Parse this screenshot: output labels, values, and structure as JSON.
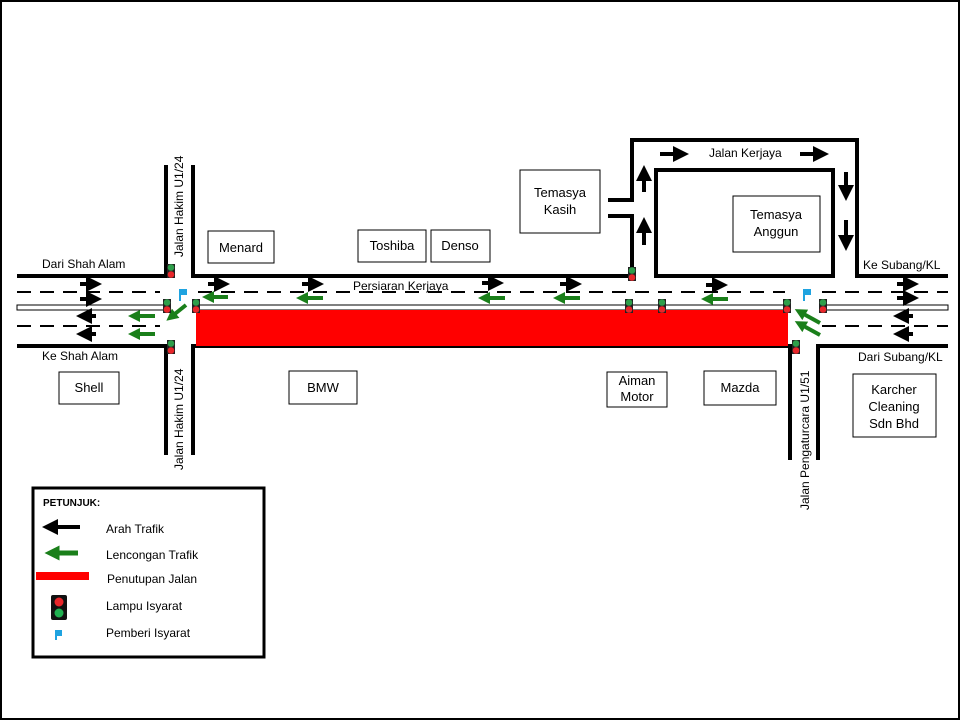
{
  "roads": {
    "main": "Persiaran Kerjaya",
    "hakim_top": "Jalan Hakim U1/24",
    "hakim_bottom": "Jalan Hakim U1/24",
    "pengaturcara": "Jalan Pengaturcara U1/51",
    "kerjaya": "Jalan Kerjaya"
  },
  "directions": {
    "from_shah_alam": "Dari  Shah Alam",
    "to_shah_alam": "Ke  Shah Alam",
    "to_subang": "Ke  Subang/KL",
    "from_subang": "Dari  Subang/KL"
  },
  "places": {
    "menard": "Menard",
    "toshiba": "Toshiba",
    "denso": "Denso",
    "temasya_kasih": [
      "Temasya",
      "Kasih"
    ],
    "temasya_anggun": [
      "Temasya",
      "Anggun"
    ],
    "shell": "Shell",
    "bmw": "BMW",
    "aiman_motor": [
      "Aiman",
      "Motor"
    ],
    "mazda": "Mazda",
    "karcher": [
      "Karcher",
      "Cleaning",
      "Sdn Bhd"
    ]
  },
  "legend": {
    "title": "PETUNJUK:",
    "items": [
      {
        "label": "Arah Trafik",
        "icon": "black-arrow"
      },
      {
        "label": "Lencongan Trafik",
        "icon": "green-arrow"
      },
      {
        "label": "Penutupan Jalan",
        "icon": "red-bar"
      },
      {
        "label": "Lampu Isyarat",
        "icon": "traffic-light"
      },
      {
        "label": "Pemberi Isyarat",
        "icon": "blue-flag"
      }
    ]
  },
  "colors": {
    "closure": "#ff0000",
    "detour": "#1a7f1a",
    "traffic": "#000000",
    "flag": "#1fa3e0",
    "light_green": "#2e9e4a",
    "light_red": "#e8262a"
  }
}
